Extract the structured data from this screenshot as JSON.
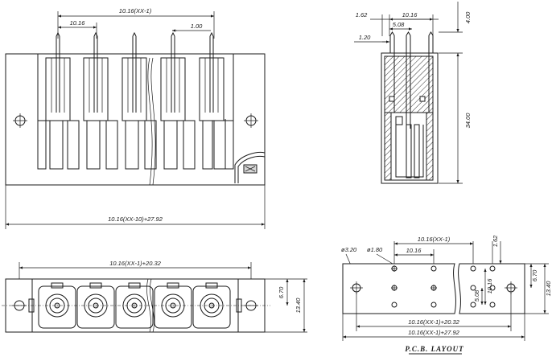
{
  "front_view": {
    "pitch_top": "10.16(XX-1)",
    "pitch": "10.16",
    "pin_width": "1.00",
    "overall_width": "10.16(XX-10)+27.92"
  },
  "side_view": {
    "left_offset": "1.62",
    "pitch": "10.16",
    "inner_pitch": "5.08",
    "pin_offset": "1.20",
    "pin_height": "4.00",
    "body_height": "34.00"
  },
  "bottom_view": {
    "width": "10.16(XX-1)+20.32",
    "half_height": "6.70",
    "full_height": "13.40"
  },
  "pcb_layout": {
    "title": "P.C.B. LAYOUT",
    "mount_hole": "ø3.20",
    "pin_hole": "ø1.80",
    "pitch_top": "10.16(XX-1)",
    "pitch": "10.16",
    "top_offset": "1.62",
    "row_spacing": "10.16",
    "row_offset": "5.08",
    "half_height": "6.70",
    "full_height": "13.40",
    "inner_width": "10.16(XX-1)+20.32",
    "outer_width": "10.16(XX-1)+27.92"
  }
}
